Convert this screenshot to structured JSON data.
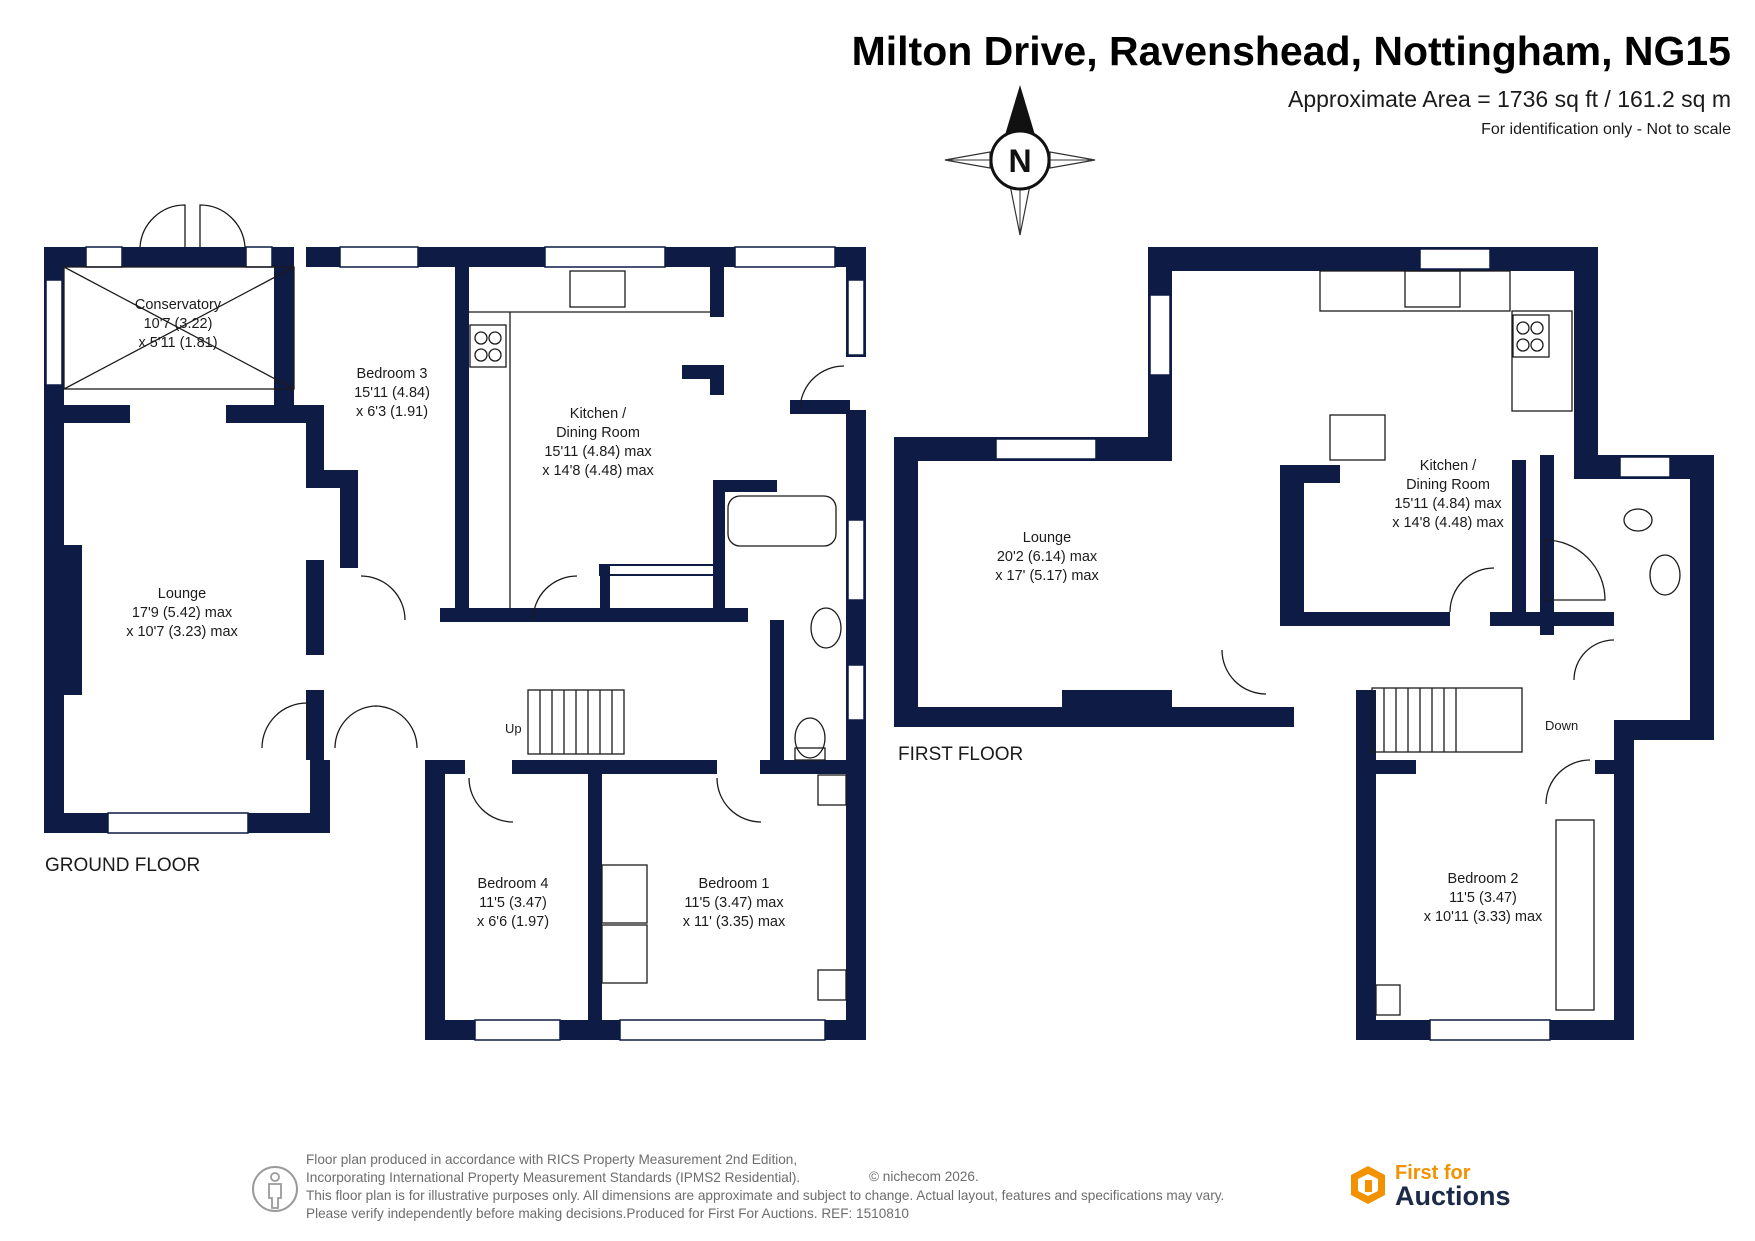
{
  "header": {
    "title": "Milton Drive, Ravenshead, Nottingham, NG15",
    "area": "Approximate Area = 1736 sq ft / 161.2 sq m",
    "identification": "For identification only - Not to scale"
  },
  "compass": {
    "letter": "N"
  },
  "colors": {
    "wall": "#0d1b45",
    "fixture": "#1b1b1b",
    "brand_orange": "#f29200",
    "brand_navy": "#1c2a48"
  },
  "ground_floor": {
    "label": "GROUND FLOOR",
    "stairs_label": "Up",
    "rooms": {
      "conservatory": {
        "name": "Conservatory",
        "dim1": "10'7 (3.22)",
        "dim2": "x 5'11 (1.81)"
      },
      "lounge": {
        "name": "Lounge",
        "dim1": "17'9 (5.42) max",
        "dim2": "x 10'7 (3.23) max"
      },
      "bedroom3": {
        "name": "Bedroom 3",
        "dim1": "15'11 (4.84)",
        "dim2": "x 6'3 (1.91)"
      },
      "kitchen": {
        "name1": "Kitchen /",
        "name2": "Dining Room",
        "dim1": "15'11 (4.84) max",
        "dim2": "x 14'8 (4.48) max"
      },
      "bedroom4": {
        "name": "Bedroom 4",
        "dim1": "11'5 (3.47)",
        "dim2": "x 6'6 (1.97)"
      },
      "bedroom1": {
        "name": "Bedroom 1",
        "dim1": "11'5 (3.47) max",
        "dim2": "x 11' (3.35) max"
      }
    }
  },
  "first_floor": {
    "label": "FIRST FLOOR",
    "stairs_label": "Down",
    "rooms": {
      "lounge": {
        "name": "Lounge",
        "dim1": "20'2 (6.14) max",
        "dim2": "x 17' (5.17) max"
      },
      "kitchen": {
        "name1": "Kitchen /",
        "name2": "Dining Room",
        "dim1": "15'11 (4.84) max",
        "dim2": "x 14'8 (4.48) max"
      },
      "bedroom2": {
        "name": "Bedroom 2",
        "dim1": "11'5 (3.47)",
        "dim2": "x 10'11 (3.33) max"
      }
    }
  },
  "footer": {
    "line1": "Floor plan produced in accordance with RICS Property Measurement 2nd Edition,",
    "line2": "Incorporating International Property Measurement Standards (IPMS2 Residential).",
    "copyright": "© nichecom 2026.",
    "line3": "This floor plan is for illustrative purposes only. All dimensions are approximate and subject to change. Actual layout, features and specifications may vary.",
    "line4": "Please verify independently before making decisions.Produced for First For Auctions.   REF:  1510810"
  },
  "brand": {
    "line1": "First for",
    "line2": "Auctions"
  }
}
